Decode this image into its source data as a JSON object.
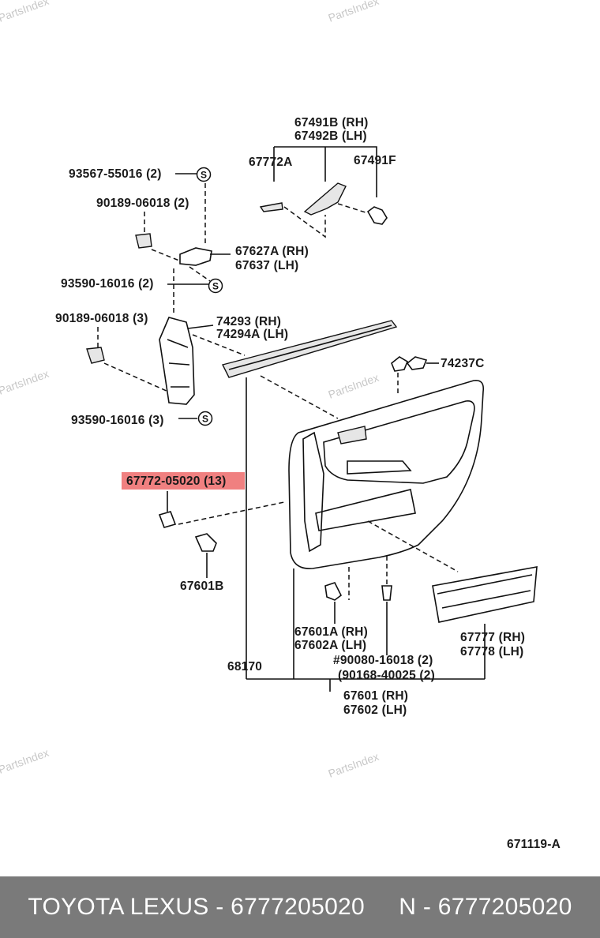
{
  "watermark": "PartsIndex",
  "labels": {
    "l67491b": "67491B (RH)",
    "l67492b": "67492B (LH)",
    "l67772a": "67772A",
    "l67491f": "67491F",
    "l93567": "93567-55016 (2)",
    "l90189a": "90189-06018 (2)",
    "l67627a": "67627A (RH)",
    "l67637": "67637   (LH)",
    "l93590a": "93590-16016 (2)",
    "l90189b": "90189-06018 (3)",
    "l74293": "74293   (RH)",
    "l74294a": "74294A (LH)",
    "l74237c": "74237C",
    "l93590b": "93590-16016 (3)",
    "l67772hl": "67772-05020 (13)",
    "l67601b": "67601B",
    "l67601a": "67601A (RH)",
    "l67602a": "67602A (LH)",
    "l90080": "#90080-16018 (2)",
    "l90168": "(90168-40025 (2)",
    "l68170": "68170",
    "l67777": "67777 (RH)",
    "l67778": "67778 (LH)",
    "l67601": "67601 (RH)",
    "l67602": "67602 (LH)",
    "code": "671119-A"
  },
  "circle_symbol": "S",
  "highlight_color": "#f08080",
  "footer": {
    "left": "TOYOTA LEXUS - 6777205020",
    "right": "N - 6777205020",
    "background": "#7a7a7a"
  }
}
